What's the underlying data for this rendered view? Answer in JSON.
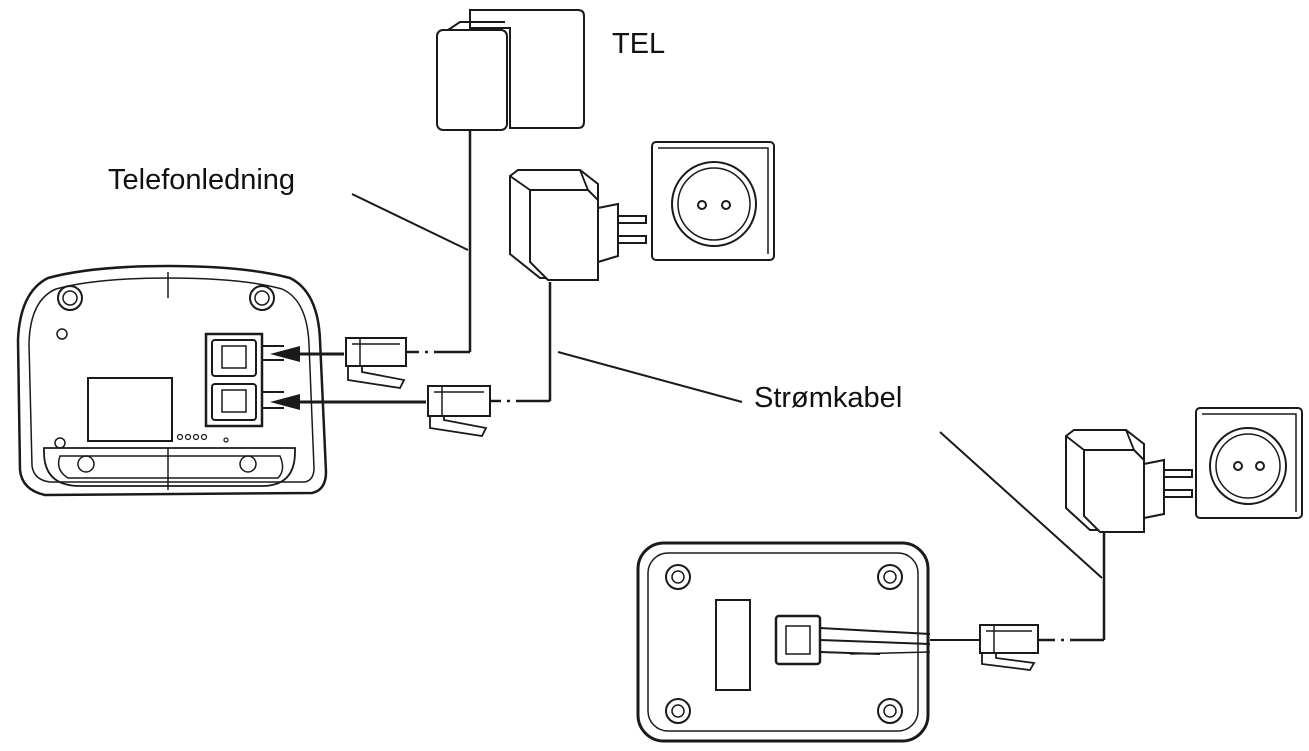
{
  "labels": {
    "tel": "TEL",
    "phone_cord": "Telefonledning",
    "power_cable": "Strømkabel"
  },
  "colors": {
    "line": "#1a1a1a",
    "background": "#ffffff"
  }
}
